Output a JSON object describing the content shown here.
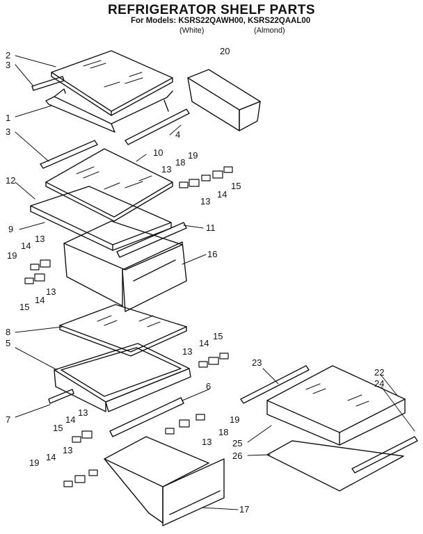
{
  "header": {
    "title": "REFRIGERATOR SHELF PARTS",
    "models_line": "For Models: KSRS22QAWH00, KSRS22QAAL00",
    "white": "(White)",
    "almond": "(Almond)"
  },
  "callouts": [
    "1",
    "2",
    "3",
    "4",
    "5",
    "6",
    "7",
    "8",
    "9",
    "10",
    "11",
    "12",
    "13",
    "14",
    "15",
    "16",
    "17",
    "18",
    "19",
    "20",
    "22",
    "23",
    "24",
    "25",
    "26"
  ]
}
